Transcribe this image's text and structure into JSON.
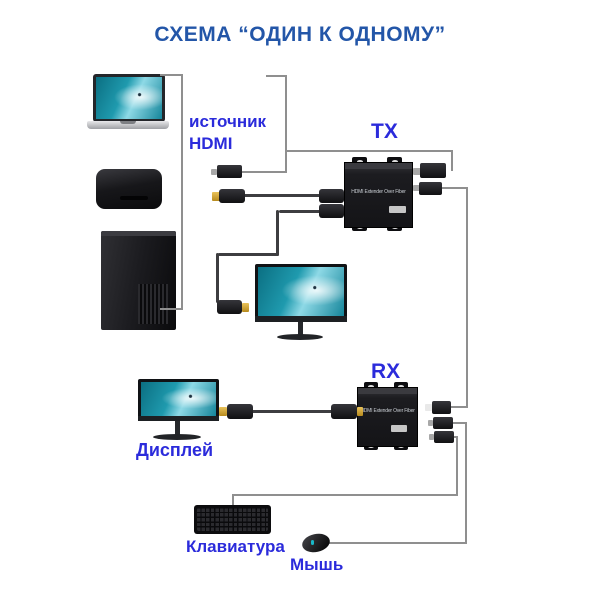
{
  "title": "СХЕМА “ОДИН К ОДНОМУ”",
  "labels": {
    "source_line1": "источник",
    "source_line2": "HDMI",
    "tx": "TX",
    "rx": "RX",
    "display": "Дисплей",
    "keyboard": "Клавиатура",
    "mouse": "Мышь"
  },
  "extender": {
    "tx_label": "TX",
    "rx_label": "RX",
    "device_text": "HDMI Extender Over Fiber"
  },
  "colors": {
    "title_blue": "#2356a8",
    "label_blue": "#2b2bdb",
    "wire_gray": "#8f8f8f",
    "hdmi_cable_dark": "#3d3d40",
    "screen_teal": "#1f9aae",
    "gold_tip": "#c79a2a"
  },
  "icons": [
    "laptop-icon",
    "tv-box-icon",
    "pc-tower-icon",
    "monitor-icon",
    "display-icon",
    "keyboard-icon",
    "mouse-icon",
    "hdmi-connector",
    "power-plug",
    "fiber-connector",
    "usb-connector"
  ],
  "diagram": {
    "scheme": "one-to-one",
    "nodes": [
      {
        "id": "hdmi-source",
        "label": "источник HDMI",
        "members": [
          "laptop",
          "tv-box",
          "pc-tower"
        ]
      },
      {
        "id": "tx-extender",
        "label": "TX",
        "device_text": "HDMI Extender Over Fiber"
      },
      {
        "id": "local-monitor",
        "label": ""
      },
      {
        "id": "rx-extender",
        "label": "RX",
        "device_text": "HDMI Extender Over Fiber"
      },
      {
        "id": "display-monitor",
        "label": "Дисплей"
      },
      {
        "id": "keyboard",
        "label": "Клавиатура"
      },
      {
        "id": "mouse",
        "label": "Мышь"
      }
    ],
    "edges": [
      {
        "from": "hdmi-source",
        "to": "tx-extender",
        "type": "hdmi-input"
      },
      {
        "from": "tx-extender",
        "to": "local-monitor",
        "type": "hdmi-loop-out"
      },
      {
        "from": "tx-extender",
        "to": "rx-extender",
        "type": "fiber-link"
      },
      {
        "from": "rx-extender",
        "to": "display-monitor",
        "type": "hdmi-output"
      },
      {
        "from": "rx-extender",
        "to": "keyboard",
        "type": "usb"
      },
      {
        "from": "rx-extender",
        "to": "mouse",
        "type": "usb"
      }
    ]
  }
}
